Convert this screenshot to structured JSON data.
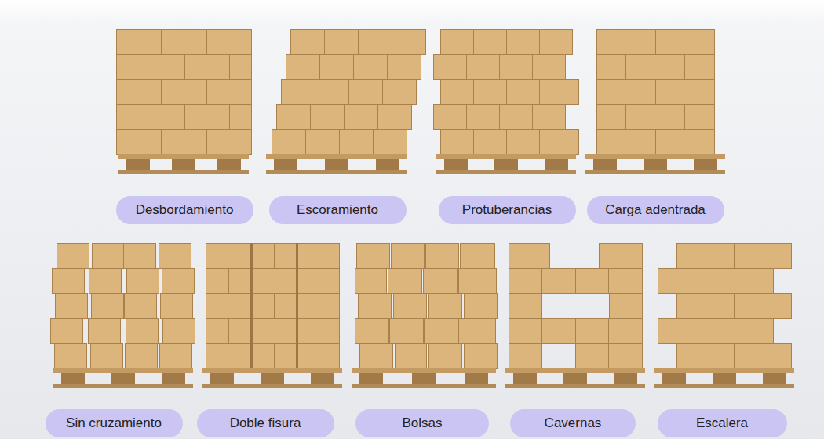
{
  "diagram": {
    "nodes": [
      {
        "text": [
          "Desbordamiento"
        ]
      },
      {
        "text": [
          "Escoramiento"
        ]
      },
      {
        "text": [
          "Protuberancias"
        ]
      },
      {
        "text": [
          "Carga adentrada"
        ]
      },
      {
        "text": [
          "Sin cruzamiento"
        ]
      },
      {
        "text": [
          "Doble fisura"
        ]
      },
      {
        "text": [
          "Bolsas"
        ]
      },
      {
        "text": [
          "Cavernas"
        ]
      },
      {
        "text": [
          "Escalera"
        ]
      }
    ]
  }
}
